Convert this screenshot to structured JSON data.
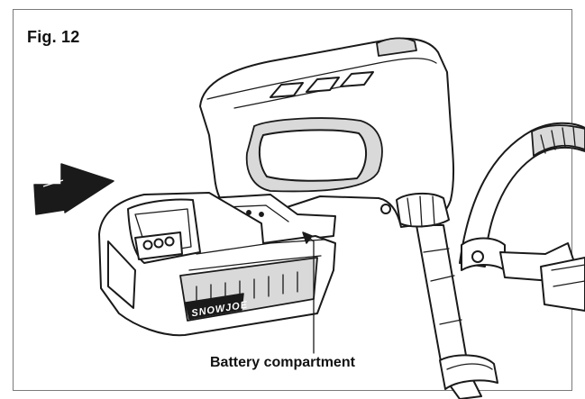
{
  "figure": {
    "label": "Fig. 12",
    "callout": "Battery compartment",
    "brand_mark": "SNOWJOE",
    "arrow_direction": "right",
    "colors": {
      "line": "#1a1a1a",
      "frame": "#7a7a7a",
      "background": "#ffffff"
    }
  }
}
